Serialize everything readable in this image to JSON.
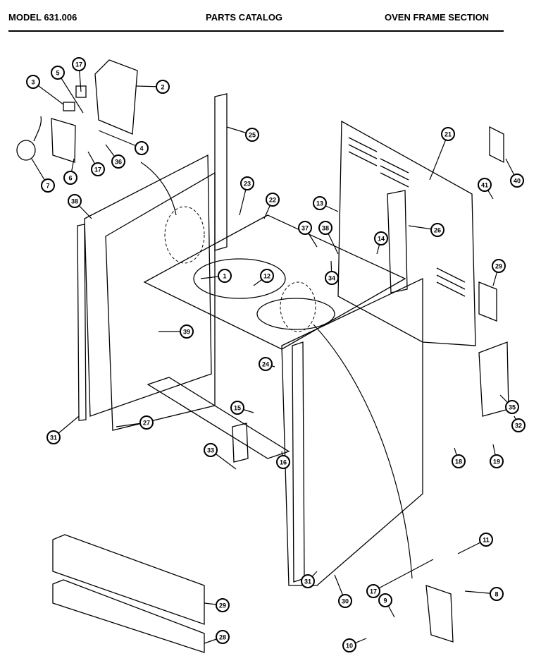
{
  "header": {
    "model": "MODEL 631.006",
    "catalog": "PARTS CATALOG",
    "section": "OVEN FRAME SECTION"
  },
  "callouts": [
    "17",
    "5",
    "3",
    "2",
    "25",
    "4",
    "36",
    "17",
    "6",
    "7",
    "38",
    "23",
    "22",
    "21",
    "40",
    "41",
    "13",
    "37",
    "38",
    "14",
    "26",
    "1",
    "12",
    "34",
    "29",
    "39",
    "24",
    "35",
    "15",
    "32",
    "27",
    "18",
    "19",
    "33",
    "16",
    "31",
    "11",
    "31",
    "30",
    "17",
    "9",
    "8",
    "29",
    "10",
    "28"
  ]
}
